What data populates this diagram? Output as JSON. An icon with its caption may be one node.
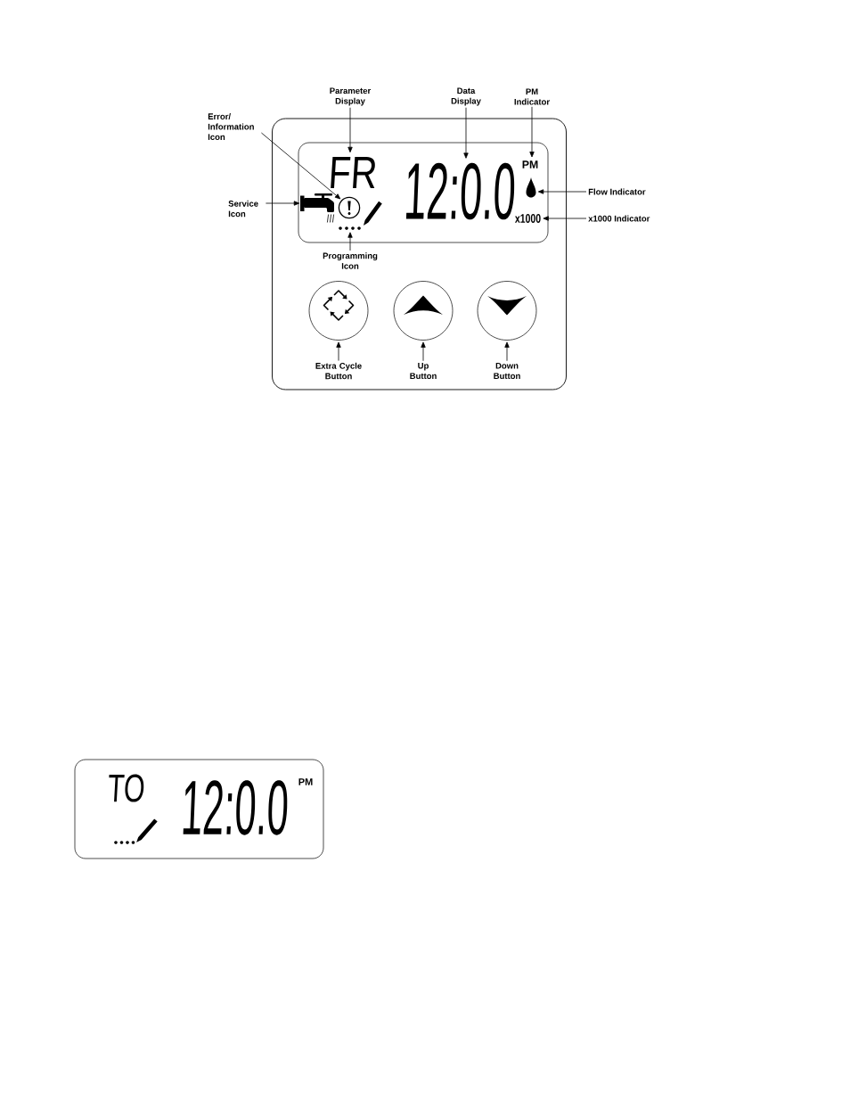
{
  "diagram": {
    "nodes": [
      {
        "text": [
          "Parameter Display"
        ]
      },
      {
        "text": [
          "Data Display"
        ]
      },
      {
        "text": [
          "PM Indicator"
        ]
      },
      {
        "text": [
          "Error/ Information Icon"
        ]
      },
      {
        "text": [],
        "shape": "box"
      },
      {
        "text": [],
        "shape": "box",
        "in": 4
      },
      {
        "text": [
          "FR"
        ],
        "in": 5
      },
      {
        "text": [
          "12:0.0"
        ],
        "in": 5
      },
      {
        "text": [
          "PM"
        ],
        "in": 5
      },
      {
        "text": [
          "Service Icon"
        ]
      },
      {
        "text": [],
        "shape": "picture",
        "in": 5
      },
      {
        "text": [],
        "shape": "picture",
        "in": 5
      },
      {
        "text": [],
        "shape": "picture",
        "in": 5
      },
      {
        "text": [],
        "shape": "picture",
        "in": 5
      },
      {
        "text": [
          "x1000"
        ],
        "in": 5
      },
      {
        "text": [
          "Flow Indicator"
        ]
      },
      {
        "text": [
          "x1000 Indicator"
        ]
      },
      {
        "text": [
          "Programming Icon"
        ],
        "in": 4
      },
      {
        "text": [],
        "shape": "circle",
        "in": 4
      },
      {
        "text": [],
        "shape": "circle",
        "in": 4
      },
      {
        "text": [],
        "shape": "circle",
        "in": 4
      },
      {
        "text": [
          "Extra Cycle Button"
        ],
        "in": 4
      },
      {
        "text": [
          "Up Button"
        ],
        "in": 4
      },
      {
        "text": [
          "Down Button"
        ],
        "in": 4
      },
      {
        "text": [],
        "shape": "box"
      },
      {
        "text": [
          "TO"
        ],
        "in": 24
      },
      {
        "text": [
          "12:0.0"
        ],
        "in": 24
      },
      {
        "text": [
          "PM"
        ],
        "in": 24
      },
      {
        "text": [],
        "shape": "picture",
        "in": 24
      }
    ],
    "edges": [
      {
        "from": 0,
        "to": 6,
        "arrow": "to"
      },
      {
        "from": 1,
        "to": 7,
        "arrow": "to"
      },
      {
        "from": 2,
        "to": 8,
        "arrow": "to"
      },
      {
        "from": 3,
        "to": 11,
        "arrow": "to"
      },
      {
        "from": 9,
        "to": 10,
        "arrow": "to"
      },
      {
        "from": 15,
        "to": 13,
        "arrow": "to"
      },
      {
        "from": 16,
        "to": 14,
        "arrow": "to"
      },
      {
        "from": 17,
        "to": 12,
        "arrow": "to"
      },
      {
        "from": 21,
        "to": 18,
        "arrow": "to"
      },
      {
        "from": 22,
        "to": 19,
        "arrow": "to"
      },
      {
        "from": 23,
        "to": 20,
        "arrow": "to"
      }
    ]
  }
}
